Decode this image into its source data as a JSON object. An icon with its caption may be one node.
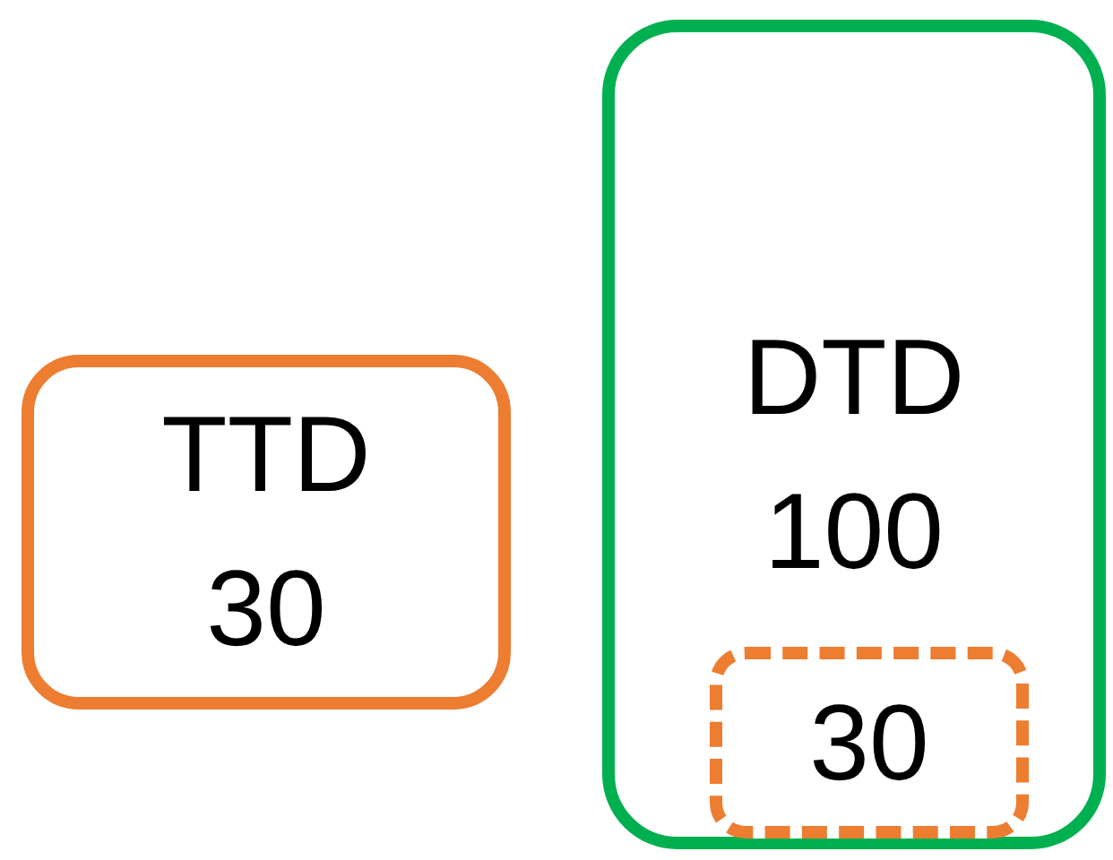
{
  "diagram": {
    "nodes": [
      {
        "text": [
          "TTD",
          "30"
        ]
      },
      {
        "text": [
          "DTD",
          "100"
        ]
      },
      {
        "text": [
          "30"
        ],
        "in": 1
      }
    ]
  }
}
